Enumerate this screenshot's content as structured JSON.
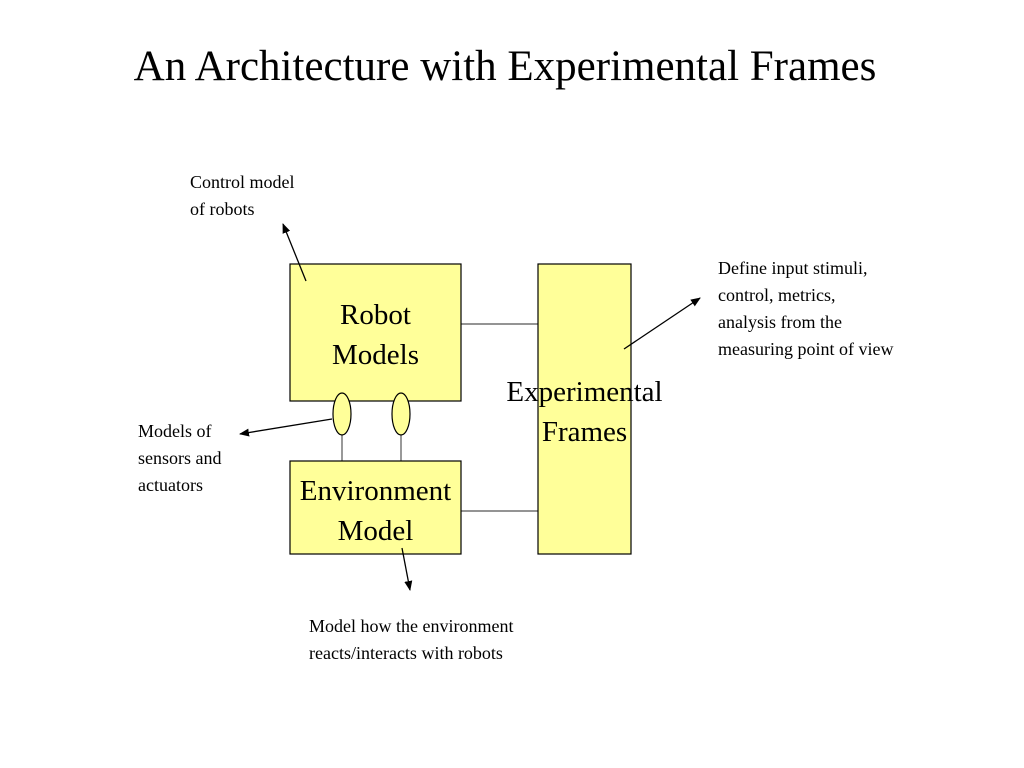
{
  "slide": {
    "title": "An Architecture with Experimental Frames"
  },
  "colors": {
    "box_fill": "#ffff99",
    "stroke": "#000000",
    "connector": "#555555"
  },
  "boxes": {
    "robot_models": [
      "Robot",
      "Models"
    ],
    "environment_model": [
      "Environment",
      "Model"
    ],
    "experimental_frames": [
      "Experimental",
      "Frames"
    ]
  },
  "annotations": {
    "control_model": [
      "Control model",
      "of robots"
    ],
    "define_input": [
      "Define input stimuli,",
      "control, metrics,",
      "analysis from the",
      "measuring point of view"
    ],
    "sensors_actuators": [
      "Models of",
      "sensors and",
      "actuators"
    ],
    "environment_reacts": [
      "Model how the environment",
      "reacts/interacts with robots"
    ]
  }
}
